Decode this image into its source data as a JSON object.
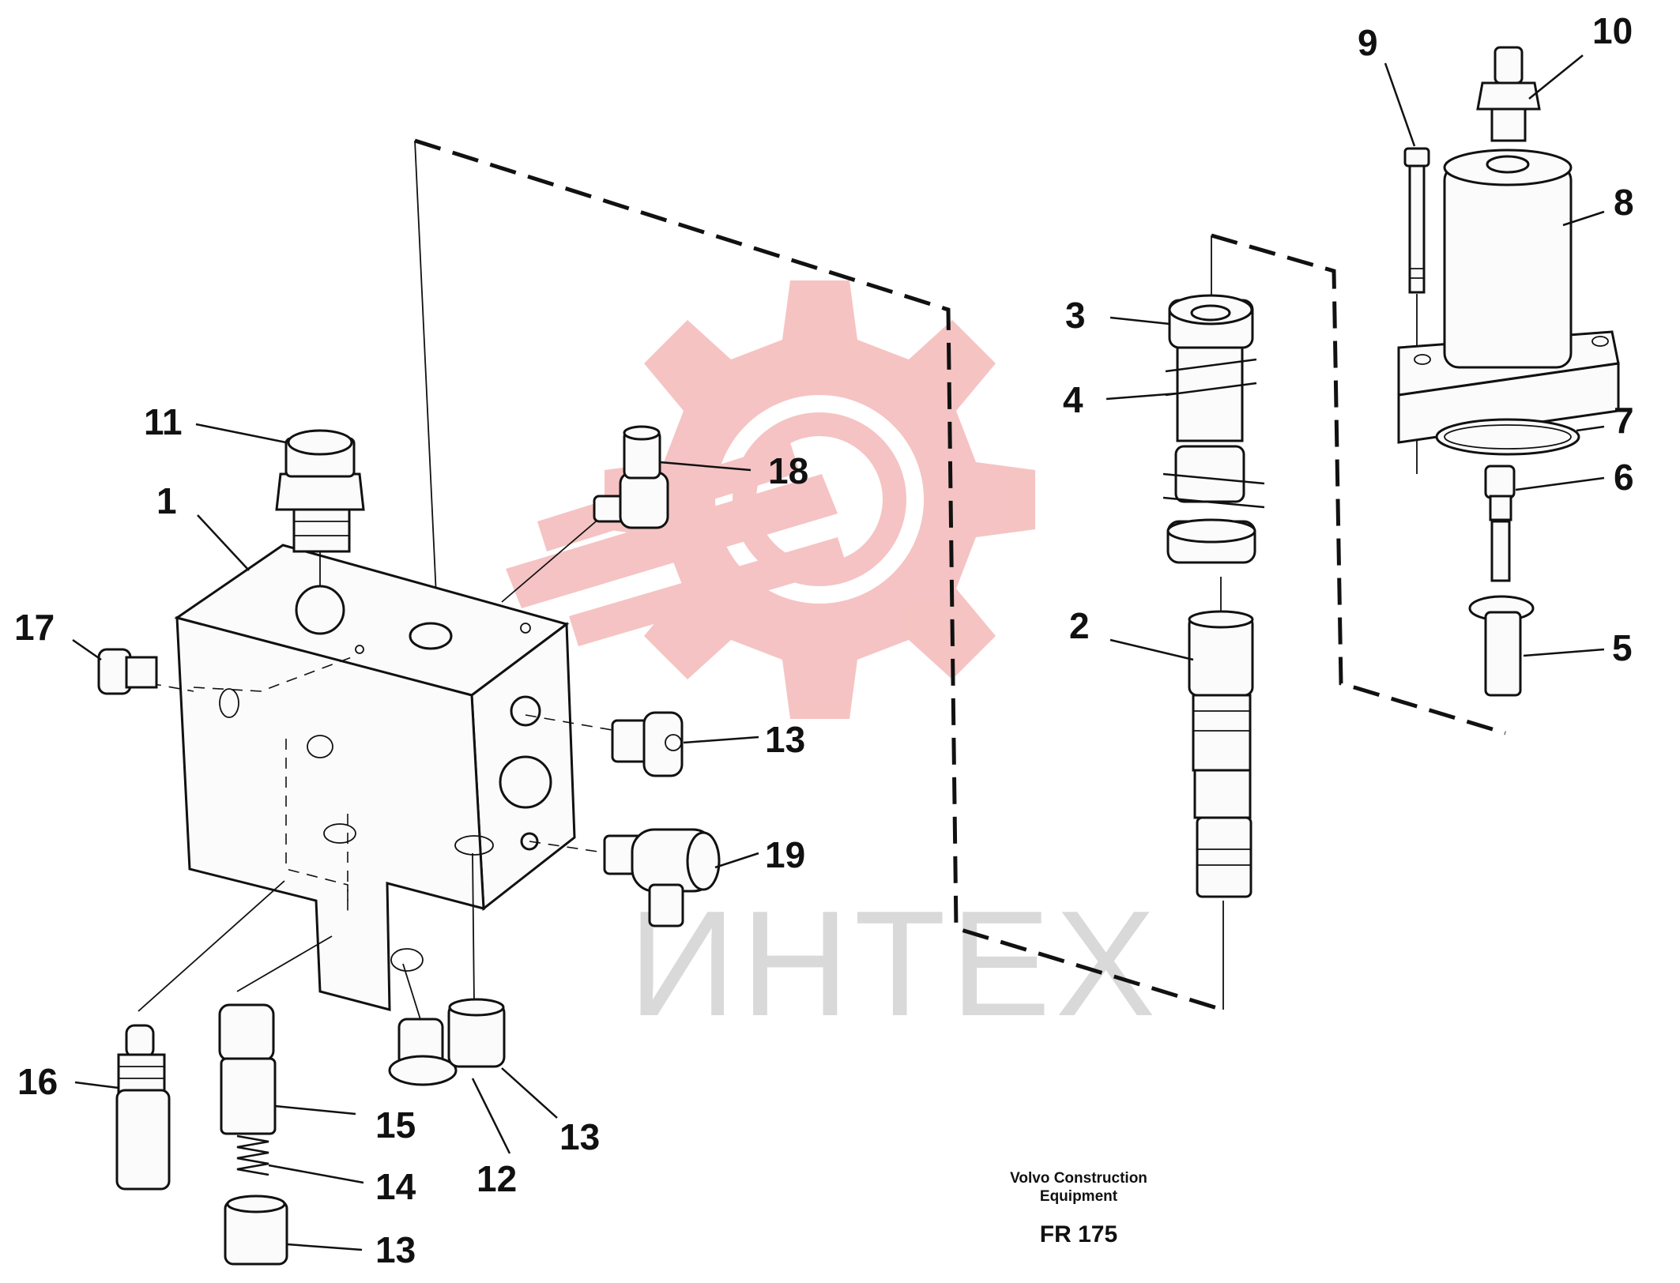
{
  "watermark": {
    "text": "ИНТЕХ",
    "gear_color": "#f4b9b9",
    "text_color": "#d9d9d9"
  },
  "callouts": [
    {
      "id": "1",
      "label": "1"
    },
    {
      "id": "2",
      "label": "2"
    },
    {
      "id": "3",
      "label": "3"
    },
    {
      "id": "4",
      "label": "4"
    },
    {
      "id": "5",
      "label": "5"
    },
    {
      "id": "6",
      "label": "6"
    },
    {
      "id": "7",
      "label": "7"
    },
    {
      "id": "8",
      "label": "8"
    },
    {
      "id": "9",
      "label": "9"
    },
    {
      "id": "10",
      "label": "10"
    },
    {
      "id": "11",
      "label": "11"
    },
    {
      "id": "12",
      "label": "12"
    },
    {
      "id": "13a",
      "label": "13"
    },
    {
      "id": "13b",
      "label": "13"
    },
    {
      "id": "13c",
      "label": "13"
    },
    {
      "id": "14",
      "label": "14"
    },
    {
      "id": "15",
      "label": "15"
    },
    {
      "id": "16",
      "label": "16"
    },
    {
      "id": "17",
      "label": "17"
    },
    {
      "id": "18",
      "label": "18"
    },
    {
      "id": "19",
      "label": "19"
    }
  ],
  "footer": {
    "maker_line1": "Volvo Construction",
    "maker_line2": "Equipment",
    "code": "FR 175"
  }
}
